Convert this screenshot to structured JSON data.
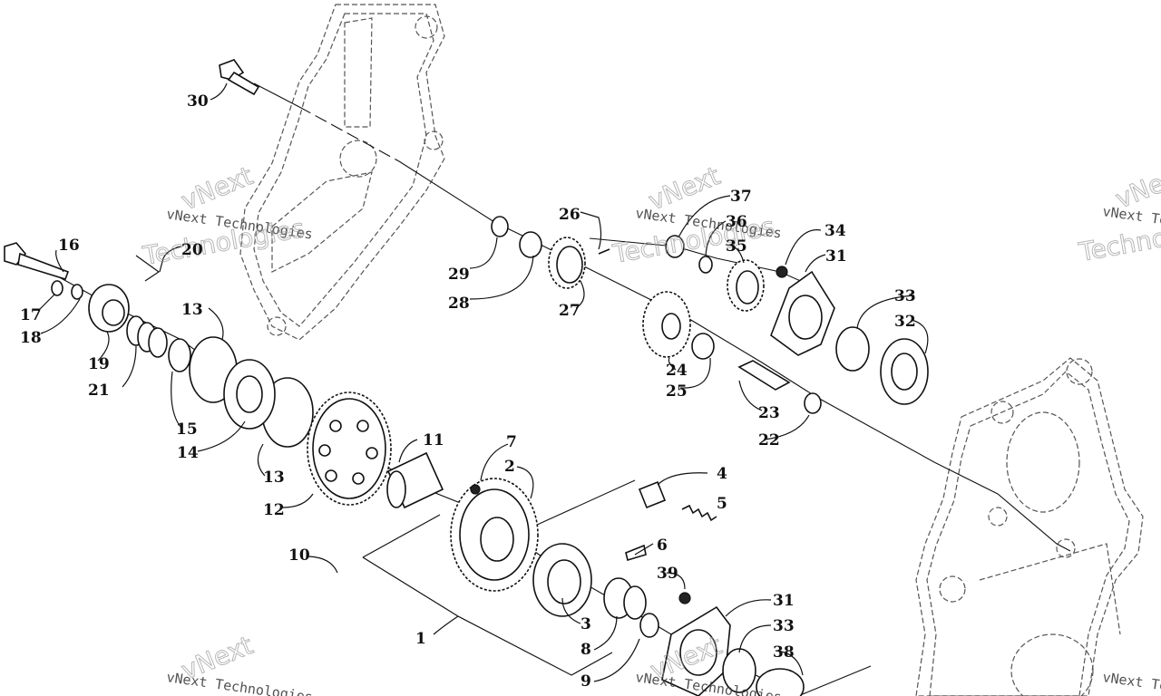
{
  "watermark": {
    "line1": "vNext Technologies",
    "line2": "Technologies",
    "line3": "vNext"
  },
  "callouts": [
    "1",
    "2",
    "3",
    "4",
    "5",
    "6",
    "7",
    "8",
    "9",
    "10",
    "11",
    "12",
    "13",
    "13",
    "14",
    "15",
    "16",
    "17",
    "18",
    "19",
    "20",
    "21",
    "22",
    "23",
    "24",
    "25",
    "26",
    "27",
    "28",
    "29",
    "30",
    "31",
    "31",
    "32",
    "33",
    "33",
    "34",
    "35",
    "36",
    "37",
    "38",
    "39"
  ]
}
